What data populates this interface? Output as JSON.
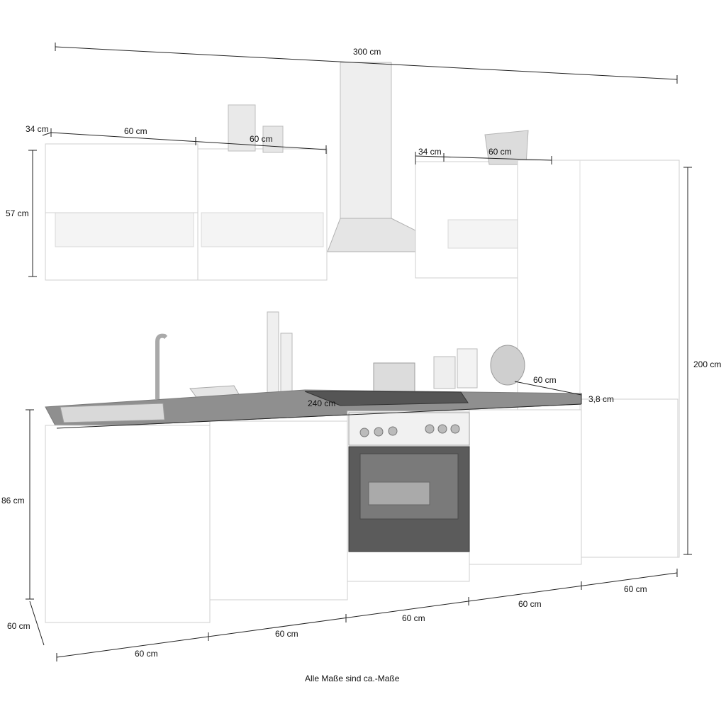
{
  "dimensions": {
    "total_width": "300 cm",
    "wall_cabinet_depth": "34 cm",
    "wall_cabinet_left_width": "60 cm",
    "wall_cabinet_mid_width": "60 cm",
    "wall_cabinet_height": "57 cm",
    "wall_cabinet_right_depth": "34 cm",
    "wall_cabinet_right_width": "60 cm",
    "tall_cabinet_height": "200 cm",
    "worktop_depth": "60 cm",
    "worktop_length": "240 cm",
    "worktop_thickness": "3,8 cm",
    "base_height": "86 cm",
    "base_depth": "60 cm",
    "base_width_1": "60 cm",
    "base_width_2": "60 cm",
    "base_width_3": "60 cm",
    "base_width_4": "60 cm",
    "base_width_5": "60 cm"
  },
  "footnote": "Alle Maße sind ca.-Maße"
}
